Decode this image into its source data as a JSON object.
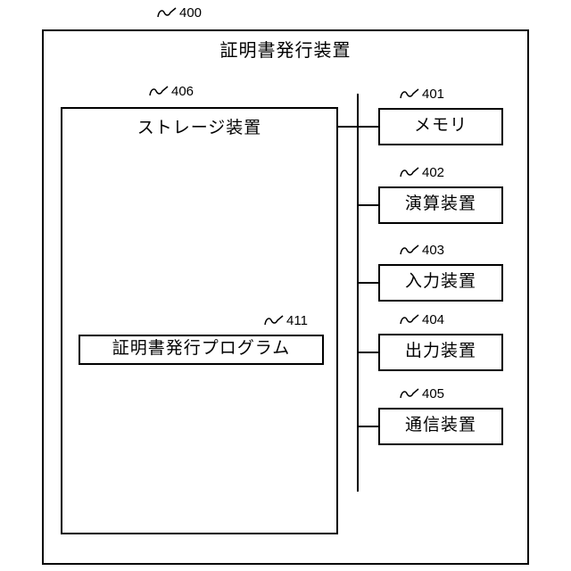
{
  "diagram": {
    "title": "証明書発行装置",
    "outer_ref": "400",
    "storage": {
      "ref": "406",
      "label": "ストレージ装置"
    },
    "program": {
      "ref": "411",
      "label": "証明書発行プログラム"
    },
    "components": [
      {
        "ref": "401",
        "label": "メモリ"
      },
      {
        "ref": "402",
        "label": "演算装置"
      },
      {
        "ref": "403",
        "label": "入力装置"
      },
      {
        "ref": "404",
        "label": "出力装置"
      },
      {
        "ref": "405",
        "label": "通信装置"
      }
    ],
    "colors": {
      "line": "#000000",
      "background": "#ffffff"
    }
  }
}
